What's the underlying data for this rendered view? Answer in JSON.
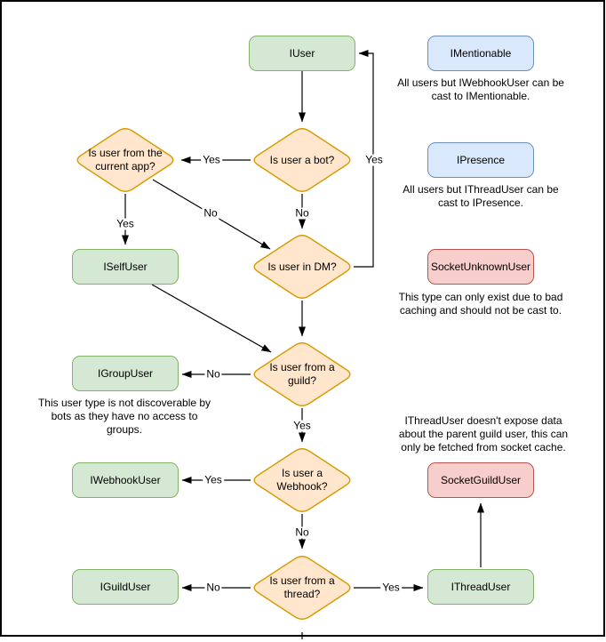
{
  "diagram": {
    "nodes": {
      "iuser": {
        "label": "IUser"
      },
      "imentionable": {
        "label": "IMentionable"
      },
      "ipresence": {
        "label": "IPresence"
      },
      "socketunknownuser": {
        "label": "SocketUnknownUser"
      },
      "iselfuser": {
        "label": "ISelfUser"
      },
      "igroupuser": {
        "label": "IGroupUser"
      },
      "iwebhookuser": {
        "label": "IWebhookUser"
      },
      "socketguilduser": {
        "label": "SocketGuildUser"
      },
      "iguilduser": {
        "label": "IGuildUser"
      },
      "ithreaduser": {
        "label": "IThreadUser"
      }
    },
    "decisions": {
      "q_bot": {
        "lines": [
          "Is user a bot?"
        ]
      },
      "q_app": {
        "lines": [
          "Is user from the",
          "current app?"
        ]
      },
      "q_dm": {
        "lines": [
          "Is user in DM?"
        ]
      },
      "q_guild": {
        "lines": [
          "Is user from a",
          "guild?"
        ]
      },
      "q_webhook": {
        "lines": [
          "Is user a",
          "Webhook?"
        ]
      },
      "q_thread": {
        "lines": [
          "Is user from a",
          "thread?"
        ]
      }
    },
    "edge_labels": {
      "bot_yes": "Yes",
      "bot_no": "No",
      "app_yes": "Yes",
      "app_no": "No",
      "dm_yes": "Yes",
      "guild_no": "No",
      "guild_yes": "Yes",
      "webhook_yes": "Yes",
      "webhook_no": "No",
      "thread_no": "No",
      "thread_yes": "Yes"
    },
    "annotations": {
      "mentionable": {
        "lines": [
          "All users but IWebhookUser can be",
          "cast to IMentionable."
        ]
      },
      "presence": {
        "lines": [
          "All users but IThreadUser can be",
          "cast to IPresence."
        ]
      },
      "unknown": {
        "lines": [
          "This type can only exist due to bad",
          "caching and should not be cast to."
        ]
      },
      "group": {
        "lines": [
          "This user type is not discoverable by",
          "bots as they have no access to",
          "groups."
        ]
      },
      "thread": {
        "lines": [
          "IThreadUser doesn't expose data",
          "about the parent guild user, this can",
          "only be fetched from socket cache."
        ]
      }
    },
    "colors": {
      "green_fill": "#d5e8d4",
      "green_stroke": "#82b366",
      "orange_fill": "#ffe6cc",
      "orange_stroke": "#d79b00",
      "blue_fill": "#dae8fc",
      "blue_stroke": "#6c8ebf",
      "red_fill": "#f8cecc",
      "red_stroke": "#b85450",
      "line": "#000000"
    }
  }
}
